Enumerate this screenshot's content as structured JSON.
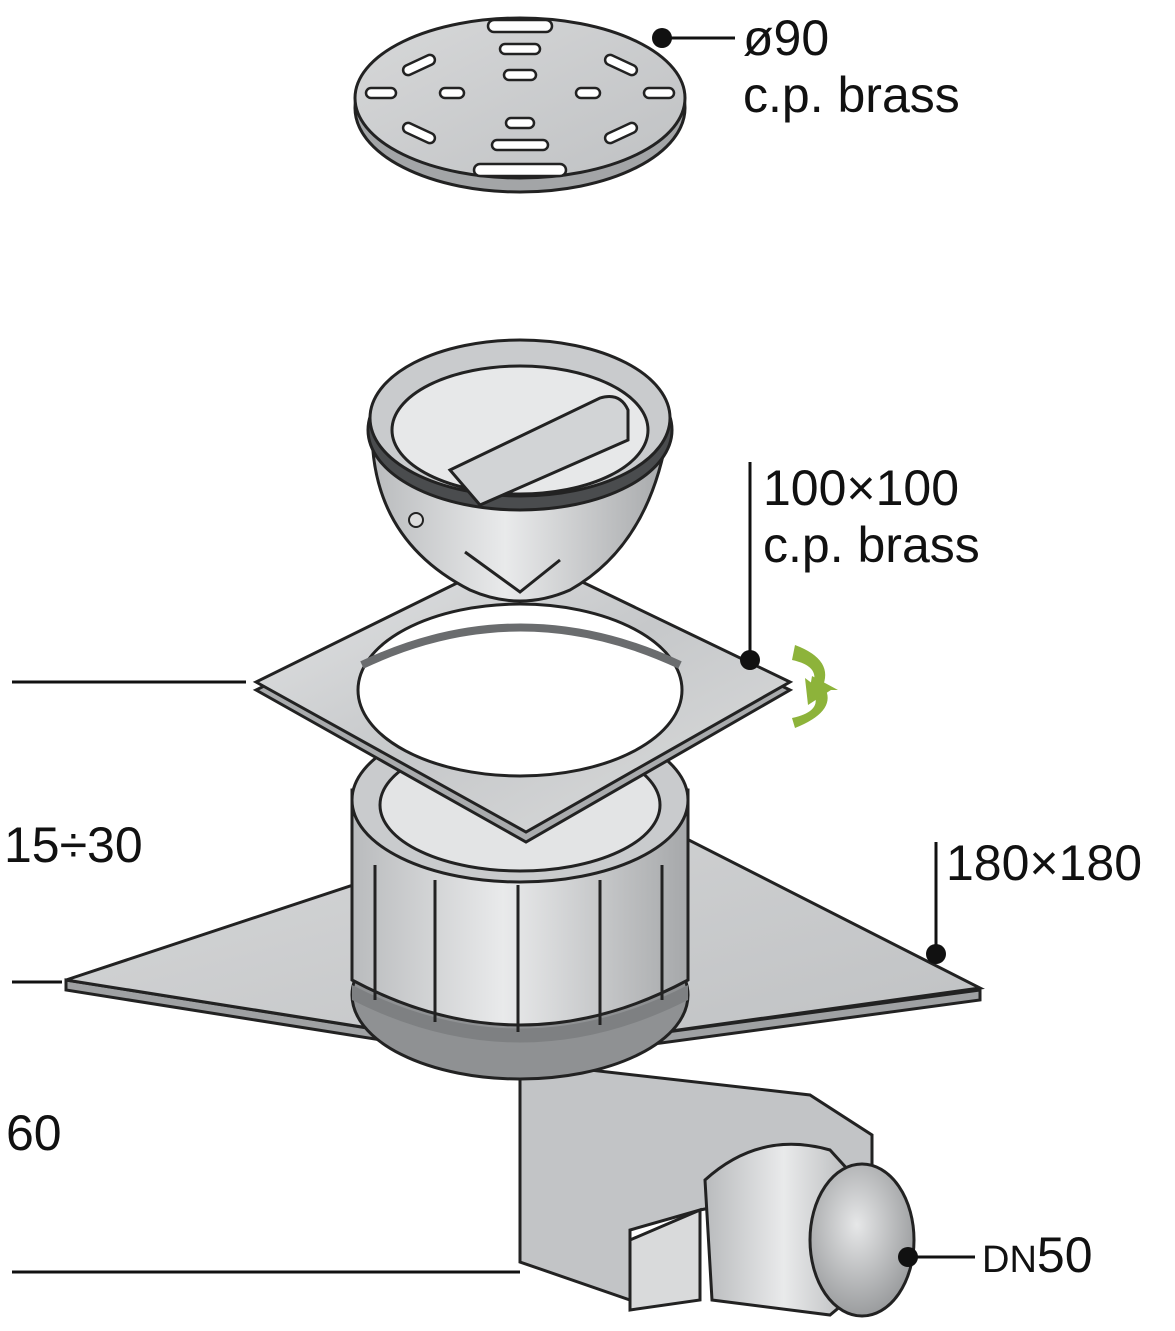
{
  "labels": {
    "grate_size": "ø90",
    "grate_material": "c.p. brass",
    "frame_size": "100×100",
    "frame_material": "c.p. brass",
    "base_size": "180×180",
    "height_range": "15÷30",
    "body_height": "60",
    "outlet_prefix": "DN",
    "outlet_size": "50"
  },
  "colors": {
    "metal": "#cfd1d3",
    "metal_dark": "#9a9c9e",
    "line": "#222222",
    "rotate_arrow": "#8db33a"
  },
  "icons": {
    "rotate": "rotate-arrows-icon"
  }
}
